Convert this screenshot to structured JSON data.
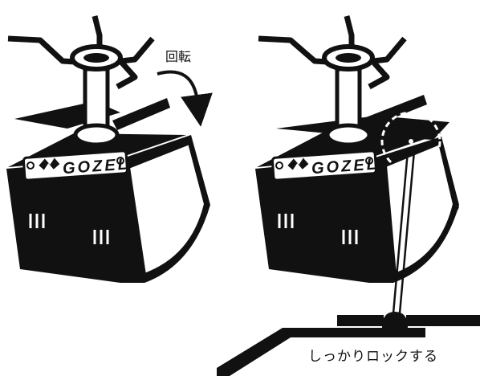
{
  "labels": {
    "rotate": "回転",
    "lock": "しっかりロックする"
  },
  "brand": {
    "left": "GOZEL",
    "right": "GOZEL"
  },
  "colors": {
    "ink": "#111111",
    "paper": "#ffffff",
    "shade": "#dcdcdc"
  },
  "icons": [
    "rotate-arrow-icon",
    "brand-logo-icon",
    "lock-dome-icon",
    "dashed-circle-highlight"
  ]
}
